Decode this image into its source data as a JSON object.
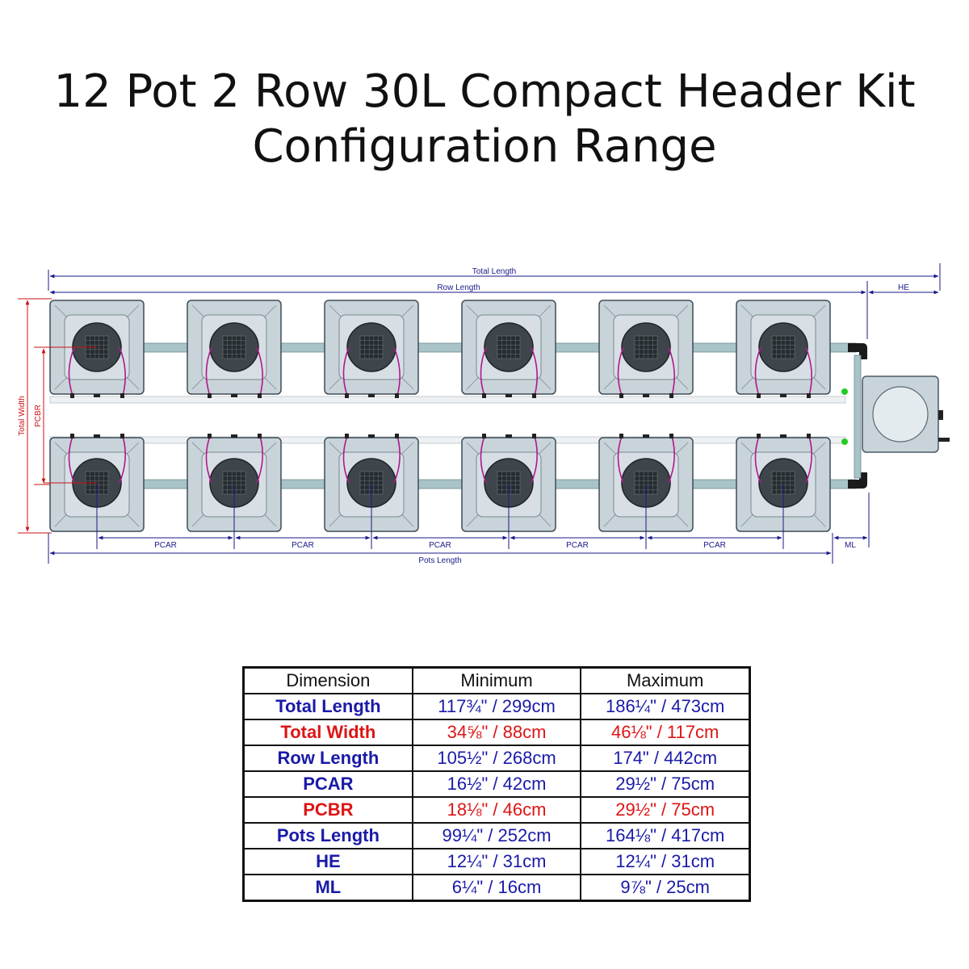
{
  "title": {
    "line1": "12 Pot 2 Row 30L Compact Header Kit",
    "line2": "Configuration Range"
  },
  "diagram": {
    "labels": {
      "total_length": "Total Length",
      "row_length": "Row Length",
      "he": "HE",
      "total_width": "Total Width",
      "pcbr": "PCBR",
      "pcar": "PCAR",
      "pots_length": "Pots Length",
      "ml": "ML"
    },
    "pots_per_row": 6,
    "rows": 2,
    "colors": {
      "pot_body": "#c9d3da",
      "pipe": "#a9c4c8",
      "dim_line": "#1a1a8a",
      "dim_red": "#cc1111",
      "hose": "#b0188c"
    }
  },
  "table": {
    "headers": [
      "Dimension",
      "Minimum",
      "Maximum"
    ],
    "rows": [
      {
        "dimension": "Total Length",
        "min": "117¾\" / 299cm",
        "max": "186¼\" / 473cm",
        "color": "blue"
      },
      {
        "dimension": "Total Width",
        "min": "34⅝\" / 88cm",
        "max": "46⅛\" / 117cm",
        "color": "red"
      },
      {
        "dimension": "Row Length",
        "min": "105½\" / 268cm",
        "max": "174\" / 442cm",
        "color": "blue"
      },
      {
        "dimension": "PCAR",
        "min": "16½\" / 42cm",
        "max": "29½\" / 75cm",
        "color": "blue"
      },
      {
        "dimension": "PCBR",
        "min": "18⅛\" / 46cm",
        "max": "29½\" / 75cm",
        "color": "red"
      },
      {
        "dimension": "Pots Length",
        "min": "99¼\" / 252cm",
        "max": "164⅛\" / 417cm",
        "color": "blue"
      },
      {
        "dimension": "HE",
        "min": "12¼\" / 31cm",
        "max": "12¼\" / 31cm",
        "color": "blue"
      },
      {
        "dimension": "ML",
        "min": "6¼\" / 16cm",
        "max": "9⅞\" / 25cm",
        "color": "blue"
      }
    ]
  }
}
